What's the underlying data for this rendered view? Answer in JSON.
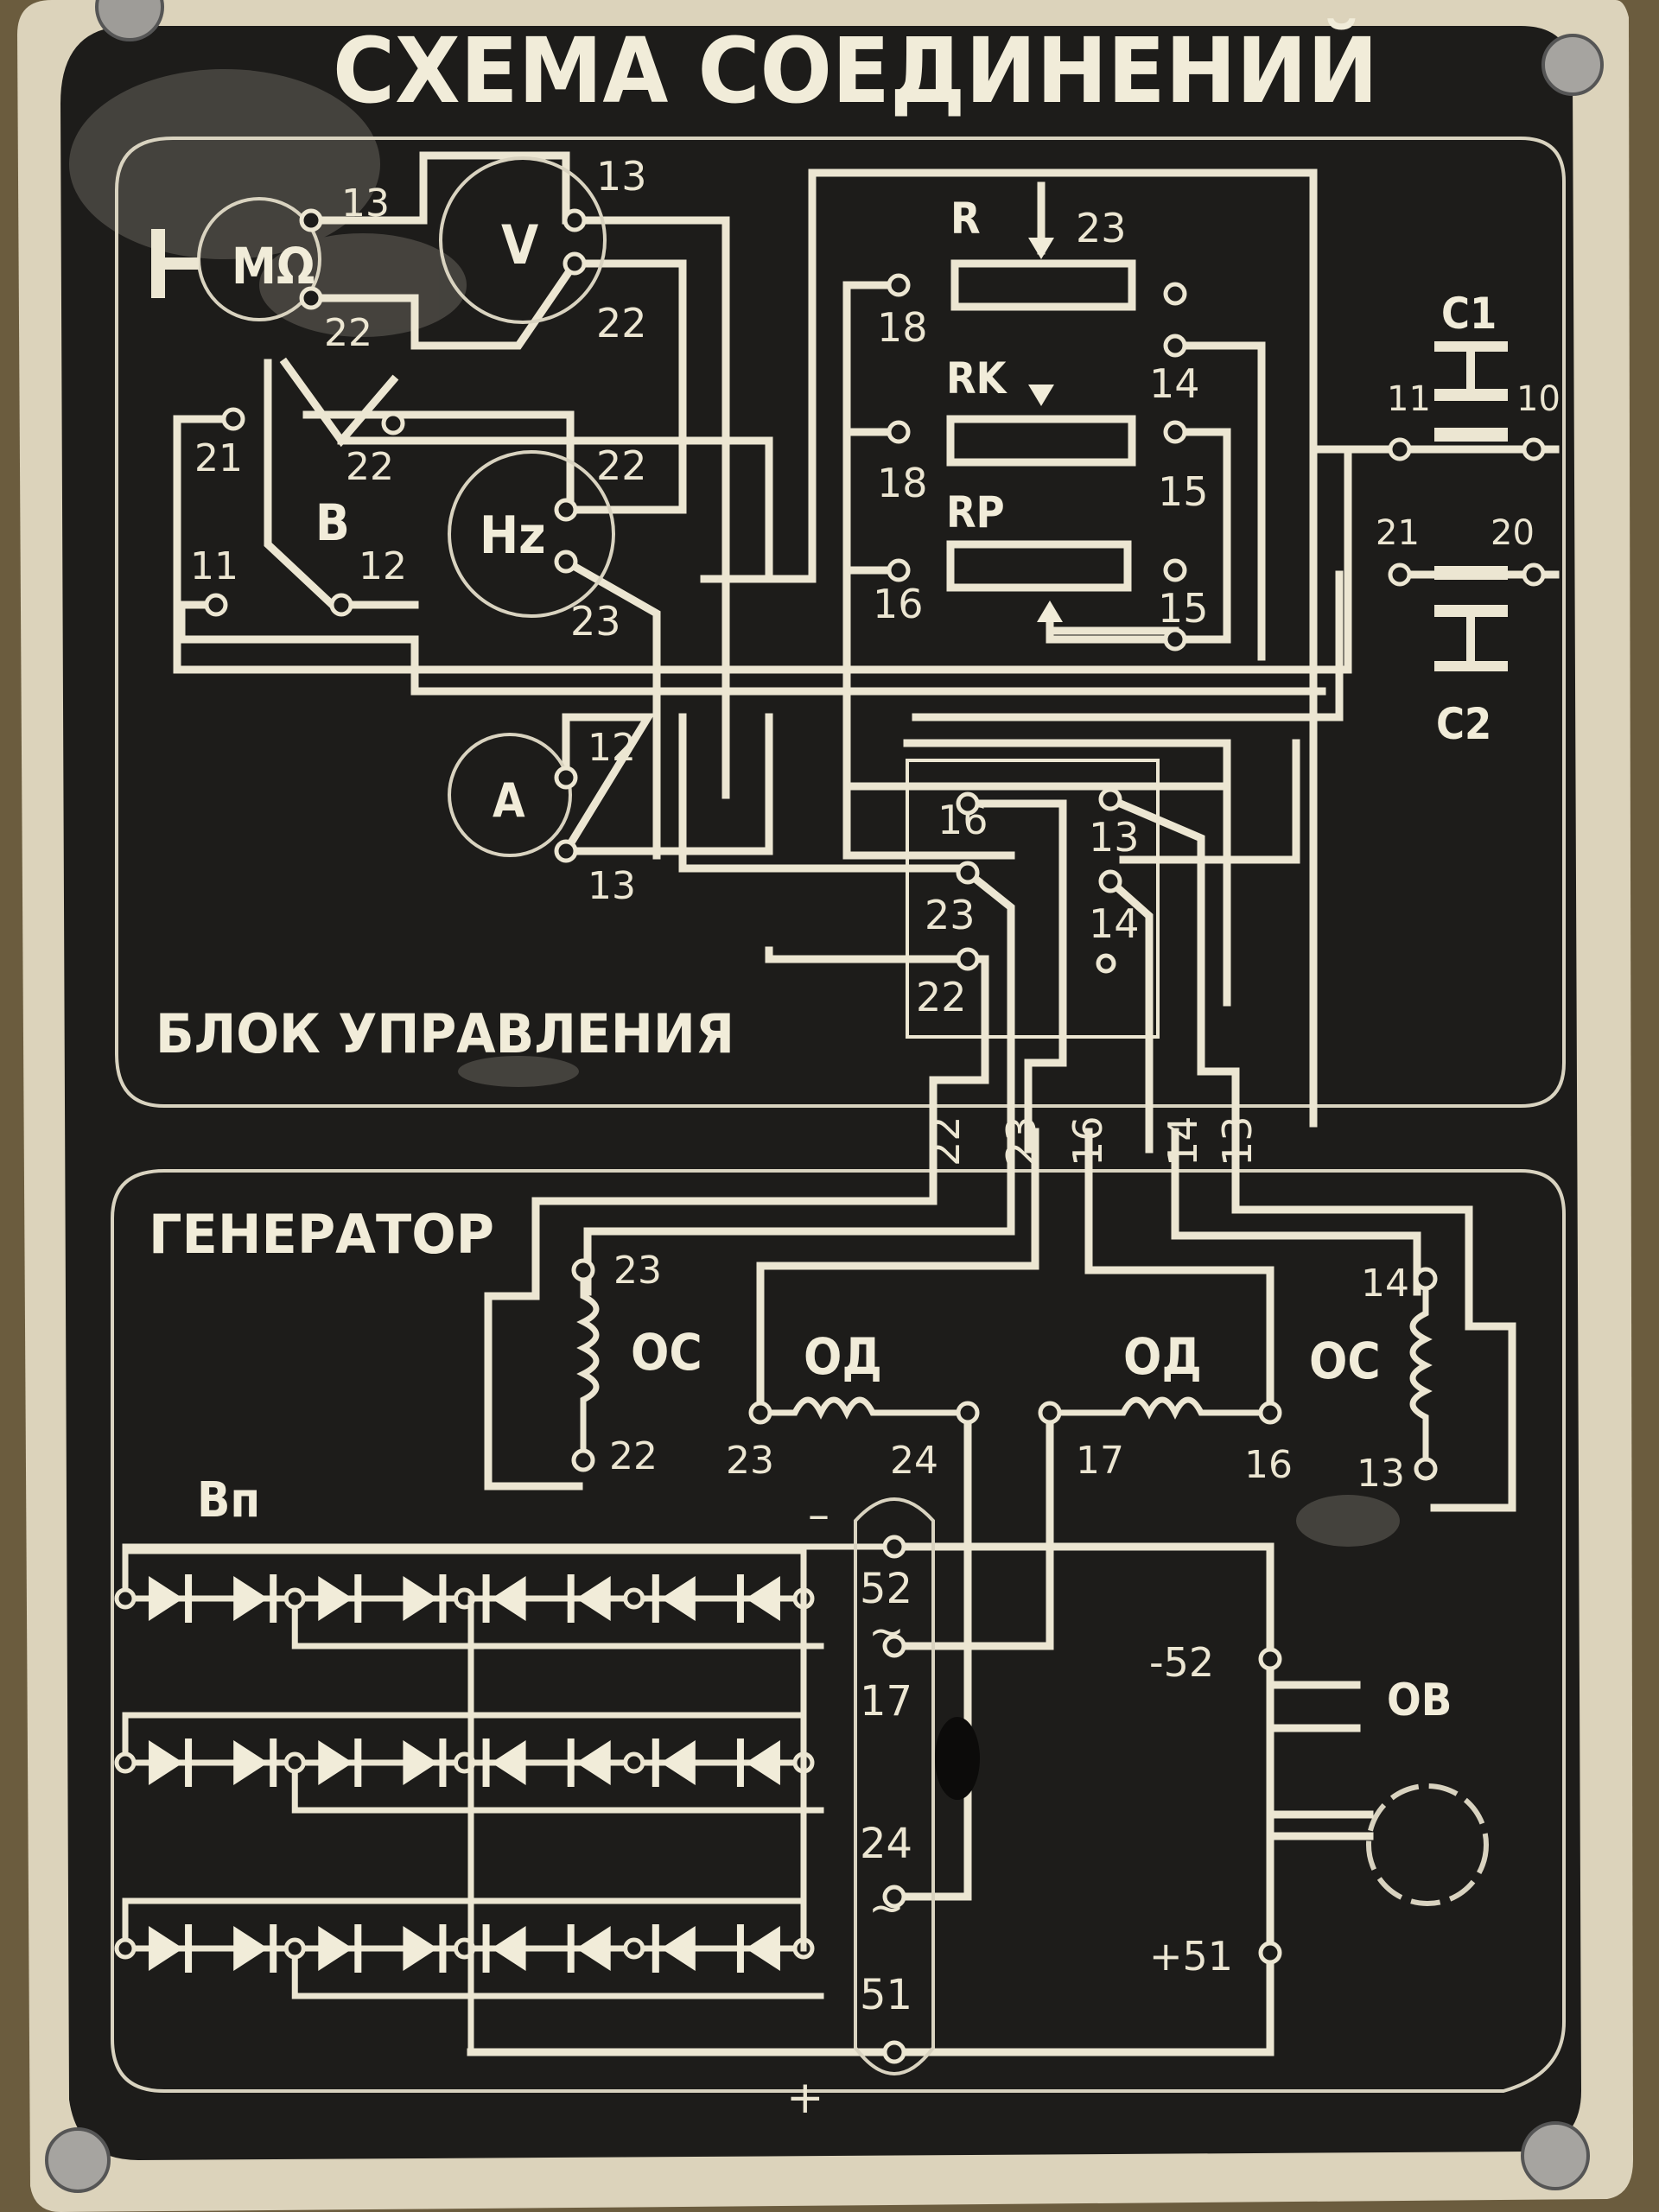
{
  "plate": {
    "title": "СХЕМА СОЕДИНЕНИЙ",
    "colors": {
      "plate_face": "#1d1c1a",
      "ink": "#ece6d2",
      "frame": "#dcd3bb",
      "background": "#6b5c3e"
    }
  },
  "control_block": {
    "label": "БЛОК УПРАВЛЕНИЯ",
    "megohmmeter": {
      "symbol": "MΩ",
      "terminals": [
        "13",
        "22"
      ]
    },
    "voltmeter": {
      "symbol": "V",
      "terminals": [
        "13",
        "22"
      ]
    },
    "switch": {
      "symbol": "B",
      "terminals": [
        "21",
        "22",
        "11",
        "12"
      ]
    },
    "frequency_meter": {
      "symbol": "Hz",
      "terminals": [
        "22",
        "23"
      ]
    },
    "ammeter": {
      "symbol": "A",
      "terminals": [
        "12",
        "13"
      ]
    },
    "resistors": [
      {
        "symbol": "R",
        "terminals": [
          "23",
          "18"
        ]
      },
      {
        "symbol": "RK",
        "terminals": [
          "14",
          "18",
          "15"
        ]
      },
      {
        "symbol": "RP",
        "terminals": [
          "16",
          "15",
          "15"
        ]
      }
    ],
    "contactors": [
      {
        "symbol": "C1",
        "terminals": [
          "11",
          "10"
        ]
      },
      {
        "symbol": "C2",
        "terminals": [
          "21",
          "20"
        ]
      }
    ],
    "terminal_block": {
      "left": [
        "16",
        "23",
        "22"
      ],
      "right": [
        "13",
        "14"
      ]
    },
    "outputs": [
      "22",
      "23",
      "16",
      "14",
      "13"
    ]
  },
  "generator": {
    "label": "ГЕНЕРАТОР",
    "windings": [
      {
        "symbol": "ОС",
        "terminals": [
          "23",
          "22"
        ]
      },
      {
        "symbol": "ОД",
        "terminals": [
          "23",
          "24"
        ]
      },
      {
        "symbol": "ОД",
        "terminals": [
          "17",
          "16"
        ]
      },
      {
        "symbol": "ОС",
        "terminals": [
          "14",
          "13"
        ]
      }
    ],
    "rectifier": {
      "symbol": "Вп",
      "rows": 3,
      "diodes_per_row": 8
    },
    "terminal_strip": {
      "minus": "–",
      "plus": "+",
      "ac": "~",
      "labels": [
        "52",
        "17",
        "24",
        "51"
      ]
    },
    "excitation": {
      "symbol": "ОВ",
      "terminals": [
        "-52",
        "+51"
      ]
    }
  }
}
